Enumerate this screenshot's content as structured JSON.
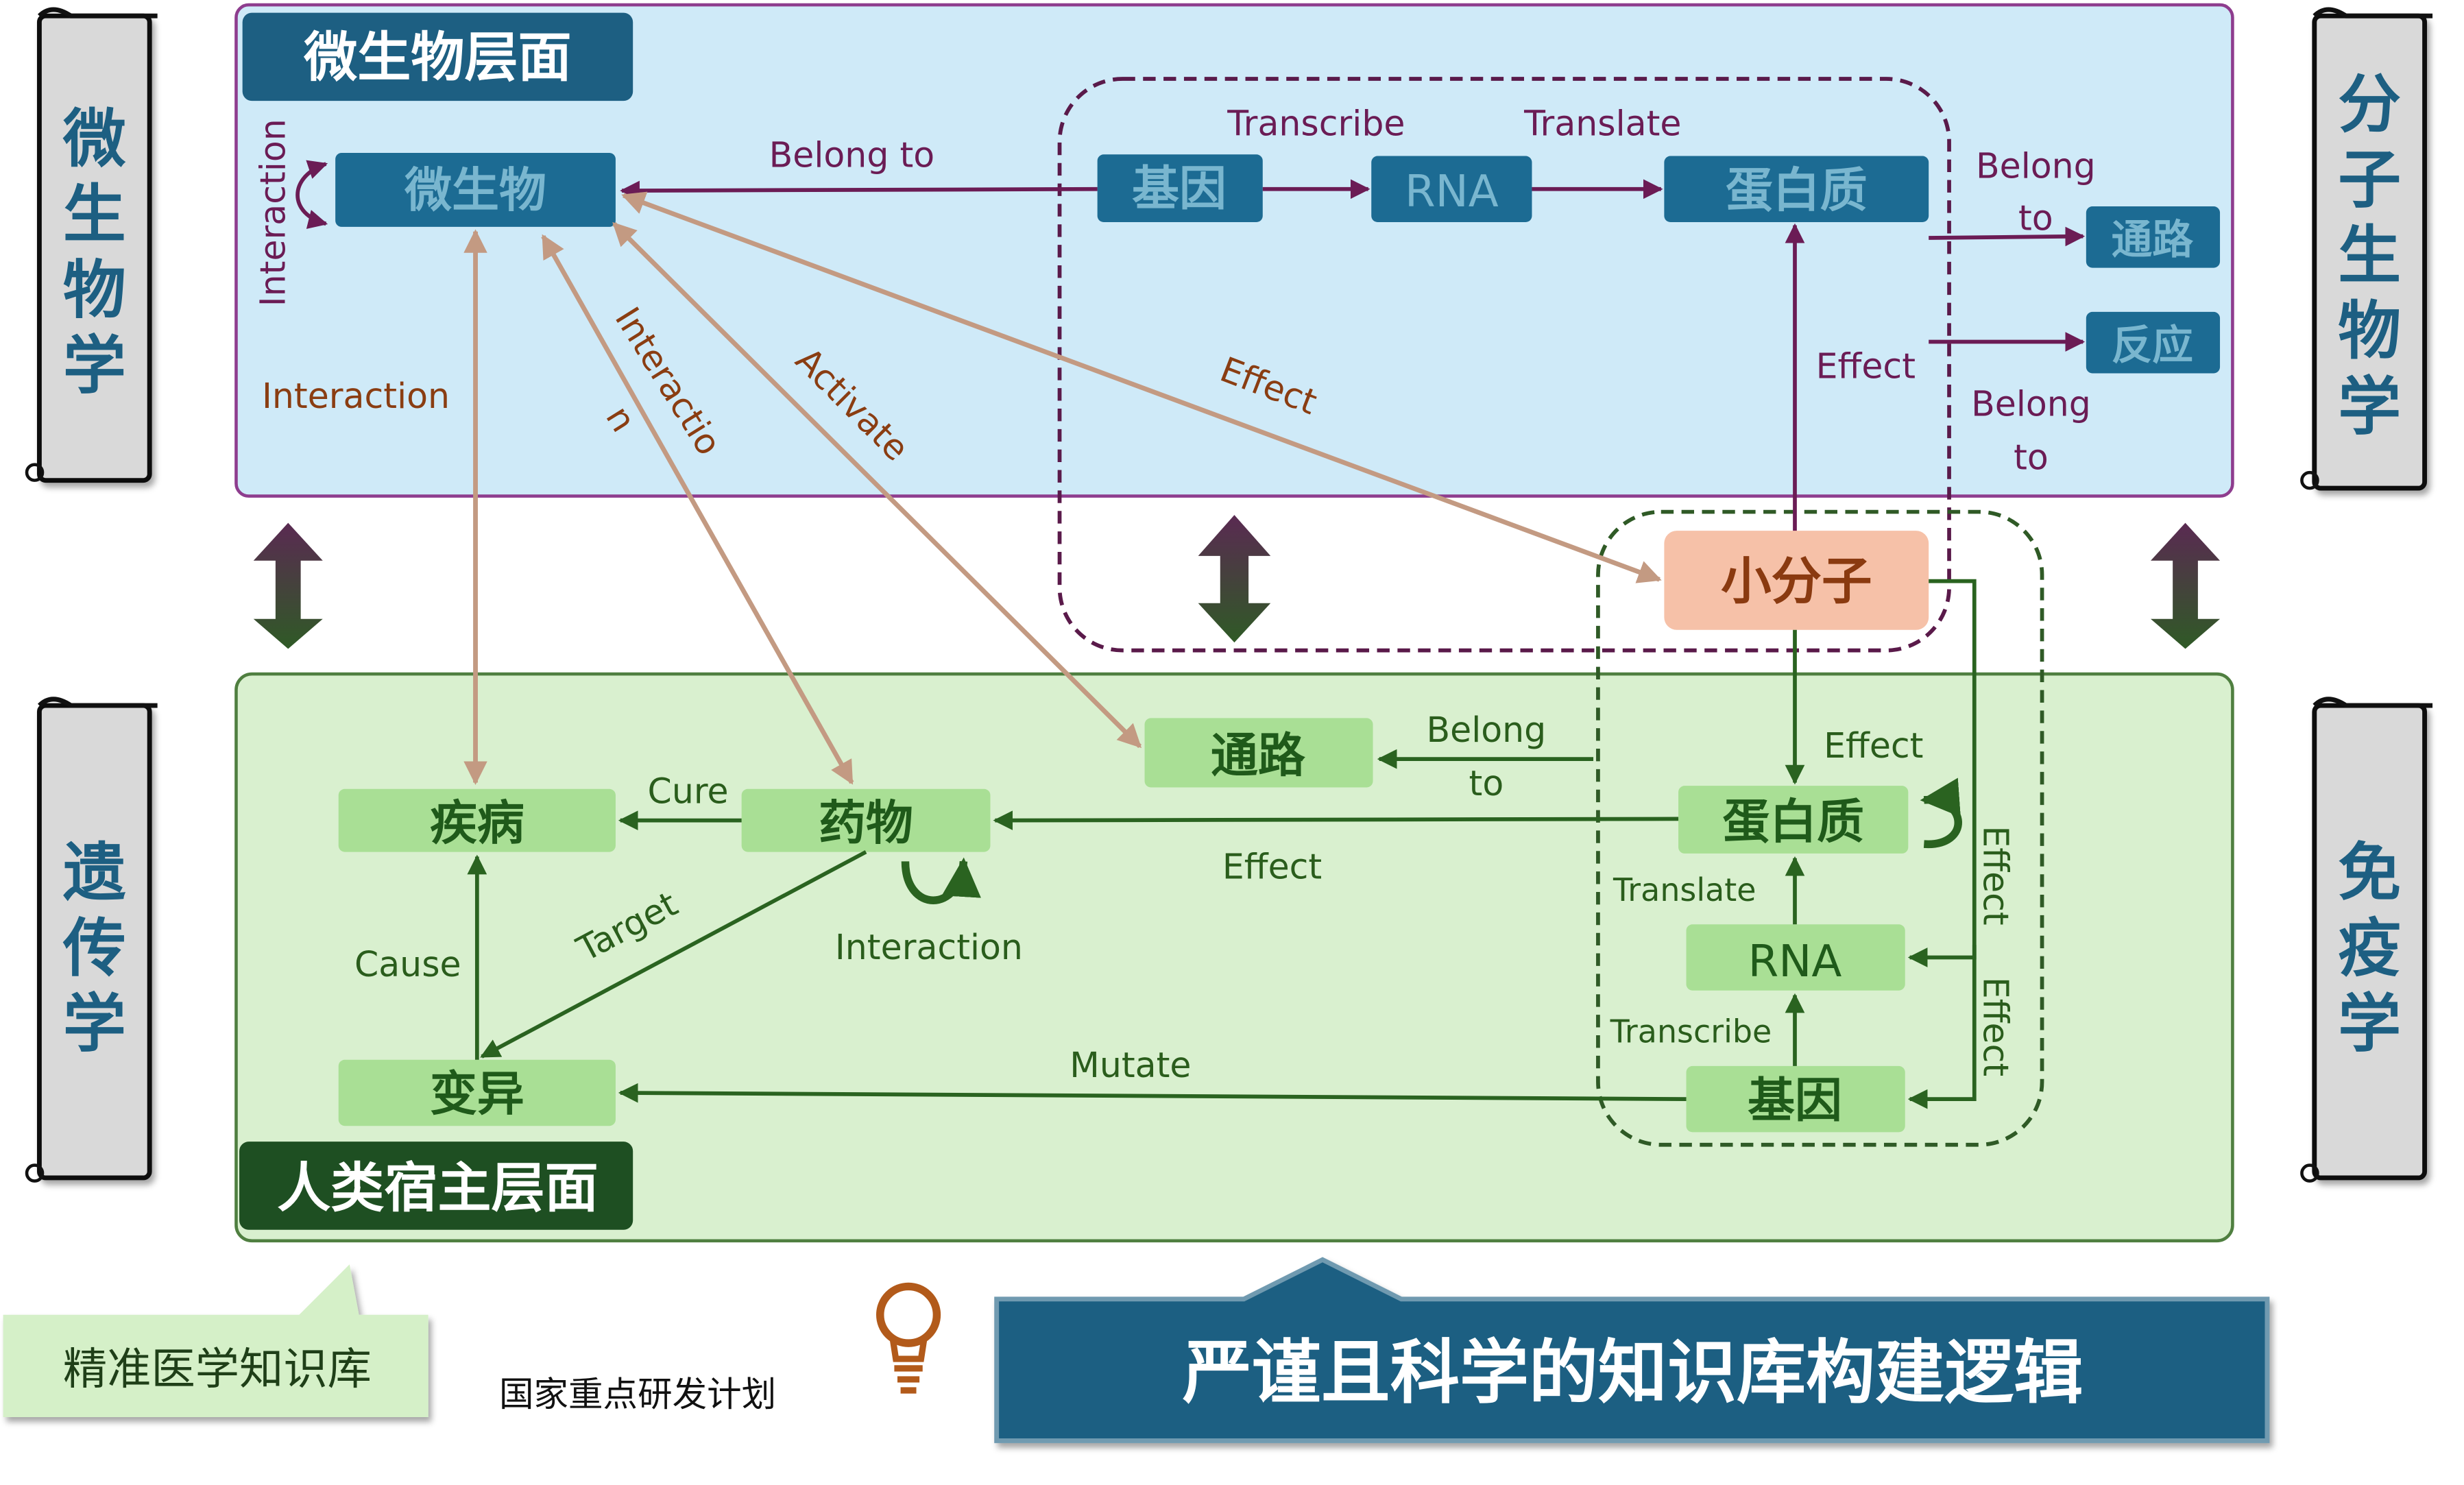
{
  "colors": {
    "micro_panel_bg": "#cfeaf8",
    "micro_panel_border": "#8e3d8e",
    "host_panel_bg": "#d9f0cf",
    "host_panel_border": "#4f7f40",
    "micro_node_bg": "#1c6b93",
    "micro_node_text": "#79b6cf",
    "host_node_bg": "#a9df95",
    "host_node_text": "#1f5a1a",
    "small_molecule_bg": "#f6c1a8",
    "small_molecule_text": "#8a3a10",
    "micro_label": "#6b1c55",
    "host_label": "#2a5d1c",
    "cross_label": "#8a3d12",
    "cross_arrow": "#c8a08a",
    "banner_bg": "#1d5f82",
    "scroll_bg": "#d9d9d9"
  },
  "scrolls": {
    "microbiology": "微生物学",
    "molecular_biology": "分子生物学",
    "genetics": "遗传学",
    "immunology": "免疫学"
  },
  "panels": {
    "micro_title": "微生物层面",
    "host_title": "人类宿主层面"
  },
  "micro_nodes": {
    "microbe": "微生物",
    "gene": "基因",
    "rna": "RNA",
    "protein": "蛋白质",
    "pathway": "通路",
    "reaction": "反应"
  },
  "small_molecule": "小分子",
  "host_nodes": {
    "disease": "疾病",
    "drug": "药物",
    "pathway": "通路",
    "variant": "变异",
    "protein": "蛋白质",
    "rna": "RNA",
    "gene": "基因"
  },
  "micro_labels": {
    "interaction_self": "Interaction",
    "belong_to": "Belong to",
    "transcribe": "Transcribe",
    "translate": "Translate",
    "belong_to_pathway_1": "Belong",
    "belong_to_pathway_2": "to",
    "belong_to_reaction_1": "Belong",
    "belong_to_reaction_2": "to",
    "effect": "Effect"
  },
  "cross_labels": {
    "interaction_disease": "Interaction",
    "interaction_drug_1": "Interactio",
    "interaction_drug_2": "n",
    "activate": "Activate",
    "effect": "Effect"
  },
  "host_labels": {
    "belong_1": "Belong",
    "belong_2": "to",
    "effect_top": "Effect",
    "cure": "Cure",
    "effect_drug": "Effect",
    "interaction": "Interaction",
    "cause": "Cause",
    "target": "Target",
    "translate": "Translate",
    "transcribe": "Transcribe",
    "mutate": "Mutate",
    "effect_v1": "Effect",
    "effect_v2": "Effect"
  },
  "footer": {
    "callout": "精准医学知识库",
    "program": "国家重点研发计划",
    "banner": "严谨且科学的知识库构建逻辑",
    "bulb_icon": "lightbulb-icon"
  }
}
